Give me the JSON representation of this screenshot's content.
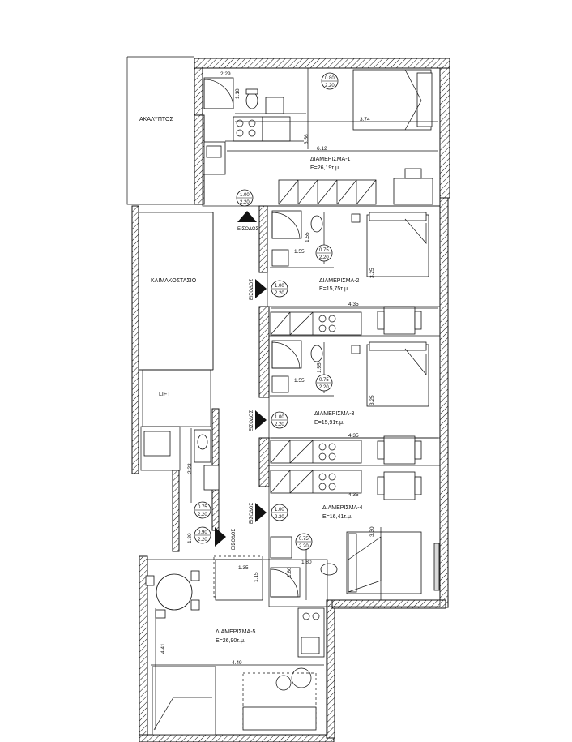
{
  "rooms": {
    "akalyptos": "ΑΚΑΛΥΠΤΟΣ",
    "stairs": "ΚΛΙΜΑΚΟΣΤΑΣΙΟ",
    "lift": "LIFT"
  },
  "entrance_label": "ΕΙΣΟΔΟΣ",
  "apartments": [
    {
      "name": "ΔΙΑΜΕΡΙΣΜΑ-1",
      "area": "Ε=26,19τ.μ."
    },
    {
      "name": "ΔΙΑΜΕΡΙΣΜΑ-2",
      "area": "Ε=15,75τ.μ."
    },
    {
      "name": "ΔΙΑΜΕΡΙΣΜΑ-3",
      "area": "Ε=15,91τ.μ."
    },
    {
      "name": "ΔΙΑΜΕΡΙΣΜΑ-4",
      "area": "Ε=16,41τ.μ."
    },
    {
      "name": "ΔΙΑΜΕΡΙΣΜΑ-5",
      "area": "Ε=26,90τ.μ."
    }
  ],
  "door_tags": [
    {
      "w": "0.80",
      "h": "2.20"
    },
    {
      "w": "1.00",
      "h": "2.20"
    },
    {
      "w": "0.75",
      "h": "2.20"
    },
    {
      "w": "1.00",
      "h": "2.20"
    },
    {
      "w": "0.75",
      "h": "2.20"
    },
    {
      "w": "1.00",
      "h": "2.20"
    },
    {
      "w": "1.00",
      "h": "2.20"
    },
    {
      "w": "0.75",
      "h": "2.20"
    },
    {
      "w": "0.90",
      "h": "2.20"
    },
    {
      "w": "0.75",
      "h": "2.20"
    }
  ],
  "dimensions": {
    "d229": "2.29",
    "d118": "1.18",
    "d374": "3.74",
    "d356": "3.56",
    "d612": "6.12",
    "d155a": "1.55",
    "d155b": "1.55",
    "d325a": "3.25",
    "d435a": "4.35",
    "d155c": "1.55",
    "d155d": "1.55",
    "d325b": "3.25",
    "d435b": "4.35",
    "d435c": "4.35",
    "d330": "3.30",
    "d180": "1.80",
    "d160": "1.60",
    "d135": "1.35",
    "d115": "1.15",
    "d223": "2.23",
    "d120": "1.20",
    "d441": "4.41",
    "d449": "4.49"
  }
}
